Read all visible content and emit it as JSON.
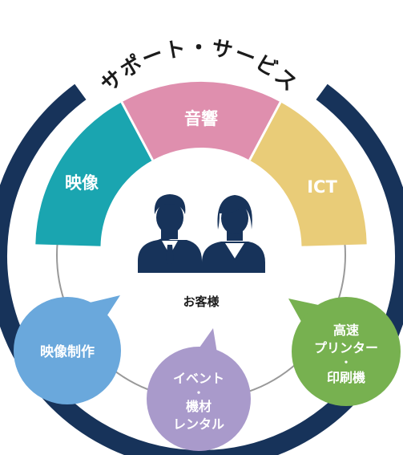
{
  "title": "サポート・サービス",
  "center_label": "お客様",
  "top_segments": [
    {
      "label": "映像",
      "color": "#1aa5b0"
    },
    {
      "label": "音響",
      "color": "#df8fae"
    },
    {
      "label": "ICT",
      "color": "#e9cc78"
    }
  ],
  "bubbles": {
    "video_production": {
      "lines": [
        "映像制作"
      ],
      "color": "#6aa8dc"
    },
    "event_rental": {
      "lines": [
        "イベント",
        "・",
        "機材",
        "レンタル"
      ],
      "color": "#a99acb"
    },
    "printer": {
      "lines": [
        "高速",
        "プリンター",
        "・",
        "印刷機"
      ],
      "color": "#77b150"
    }
  },
  "colors": {
    "ring": "#17335a",
    "thin_ring": "#999999",
    "title_text": "#1b1b1b",
    "customer_icon": "#17335a"
  },
  "icons": [
    "customer-man-icon",
    "customer-woman-icon"
  ]
}
